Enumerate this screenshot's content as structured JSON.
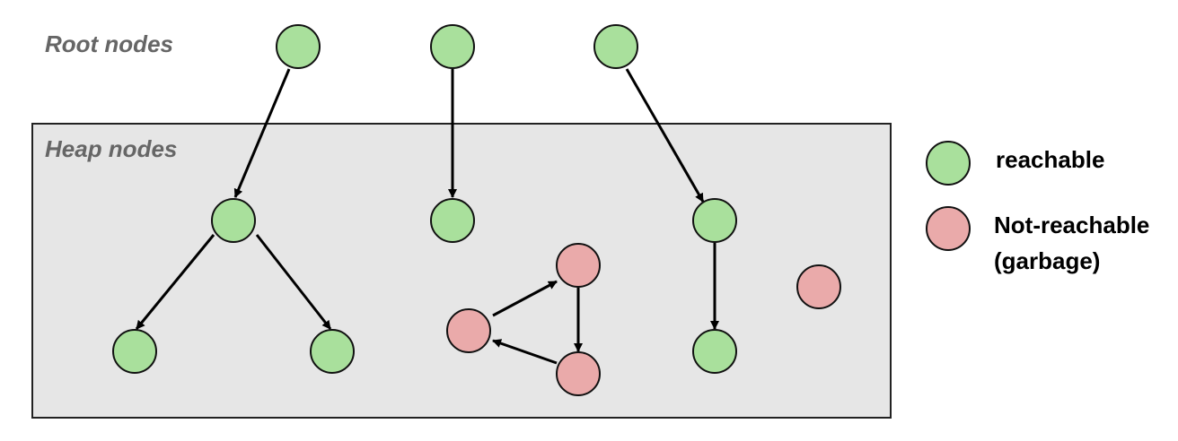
{
  "labels": {
    "root_nodes": "Root nodes",
    "heap_nodes": "Heap nodes"
  },
  "legend": {
    "reachable": "reachable",
    "not_reachable_line1": "Not-reachable",
    "not_reachable_line2": "(garbage)"
  },
  "colors": {
    "reachable": "#a9e09c",
    "garbage": "#eaaaaa",
    "heap_background": "#e6e6e6",
    "label_gray": "#666666"
  }
}
